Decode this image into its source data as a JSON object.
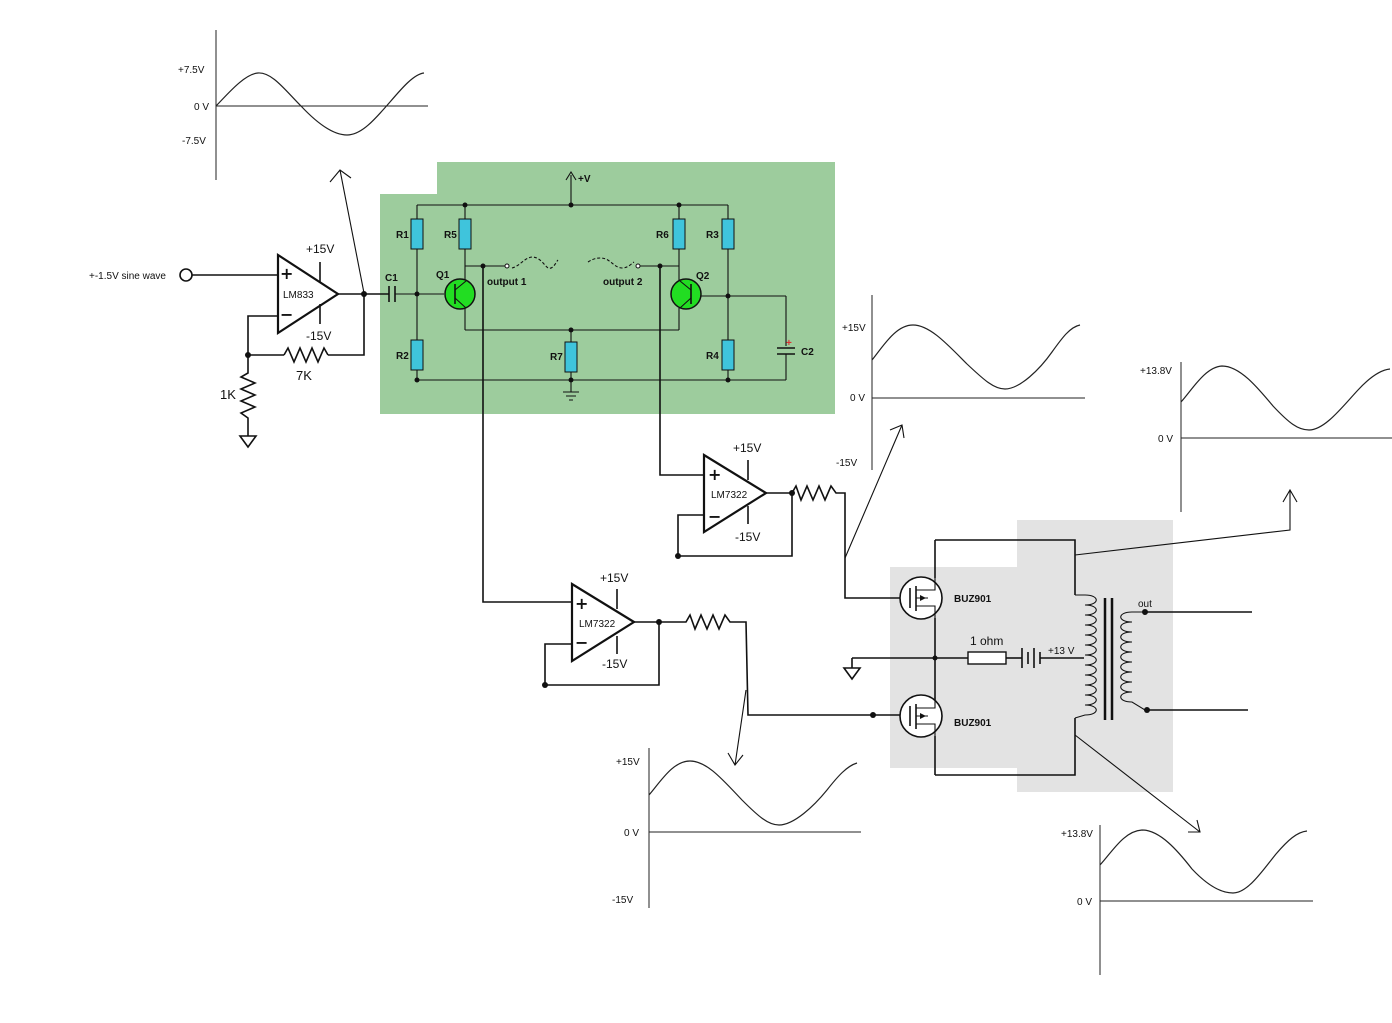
{
  "input": {
    "label": "+-1.5V sine wave"
  },
  "opamp_input": {
    "part": "LM833",
    "vplus": "+15V",
    "vminus": "-15V",
    "plus": "+",
    "minus": "−"
  },
  "feedback": {
    "r_ground": "1K",
    "r_feedback": "7K"
  },
  "diff_amp": {
    "supply": "+V",
    "r1": "R1",
    "r2": "R2",
    "r3": "R3",
    "r4": "R4",
    "r5": "R5",
    "r6": "R6",
    "r7": "R7",
    "c1": "C1",
    "c2": "C2",
    "c2_polarity": "+",
    "q1": "Q1",
    "q2": "Q2",
    "output1": "output 1",
    "output2": "output 2"
  },
  "opamp_upper": {
    "part": "LM7322",
    "vplus": "+15V",
    "vminus": "-15V",
    "plus": "+",
    "minus": "−"
  },
  "opamp_lower": {
    "part": "LM7322",
    "vplus": "+15V",
    "vminus": "-15V",
    "plus": "+",
    "minus": "−"
  },
  "output_stage": {
    "mosfet_top": "BUZ901",
    "mosfet_bottom": "BUZ901",
    "sense_resistor": "1 ohm",
    "battery": "+13 V",
    "transformer_out": "out"
  },
  "graphs": {
    "input_wave": {
      "top": "+7.5V",
      "zero": "0 V",
      "bottom": "-7.5V"
    },
    "upper_opamp": {
      "top": "+15V",
      "zero": "0 V",
      "bottom": "-15V"
    },
    "lower_opamp": {
      "top": "+15V",
      "zero": "0 V",
      "bottom": "-15V"
    },
    "top_mosfet": {
      "top": "+13.8V",
      "zero": "0 V"
    },
    "bottom_mosfet": {
      "top": "+13.8V",
      "zero": "0 V"
    }
  },
  "colors": {
    "diff_amp_bg": "#9dcc9d",
    "transistor": "#22dd22",
    "resistor": "#3fc4dc",
    "output_stage_bg": "#e3e3e3"
  }
}
